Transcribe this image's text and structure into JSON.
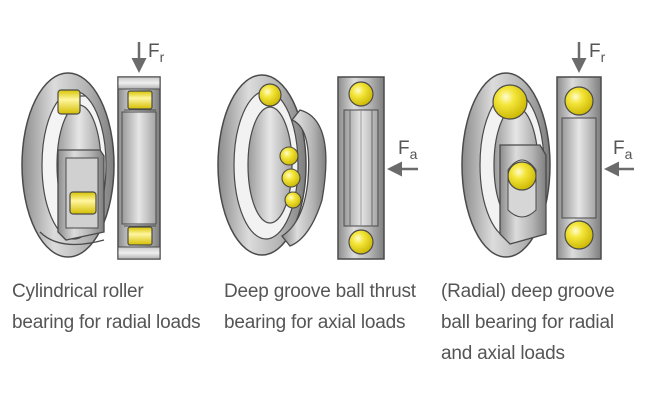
{
  "figure": {
    "force_labels": {
      "radial_main": "F",
      "radial_sub": "r",
      "axial_main": "F",
      "axial_sub": "a"
    },
    "bearings": [
      {
        "id": "cylindrical-roller",
        "caption_lines": [
          "Cylindrical roller",
          "bearing for radial loads"
        ],
        "rolling_element": "roller",
        "load_arrows": [
          "radial"
        ]
      },
      {
        "id": "deep-groove-ball-thrust",
        "caption_lines": [
          "Deep groove ball thrust",
          "bearing for axial loads"
        ],
        "rolling_element": "ball",
        "load_arrows": [
          "axial"
        ]
      },
      {
        "id": "radial-deep-groove-ball",
        "caption_lines": [
          "(Radial) deep groove",
          "ball bearing for radial",
          "and axial loads"
        ],
        "rolling_element": "ball",
        "load_arrows": [
          "radial",
          "axial"
        ]
      }
    ],
    "colors": {
      "steel_light": "#d8d8d8",
      "steel_mid": "#a8a8a8",
      "steel_dark": "#7a7a7a",
      "outline": "#4a4a4a",
      "rolling_element": "#f2e21a",
      "arrow": "#6b6b6b",
      "caption_text": "#555555"
    }
  }
}
